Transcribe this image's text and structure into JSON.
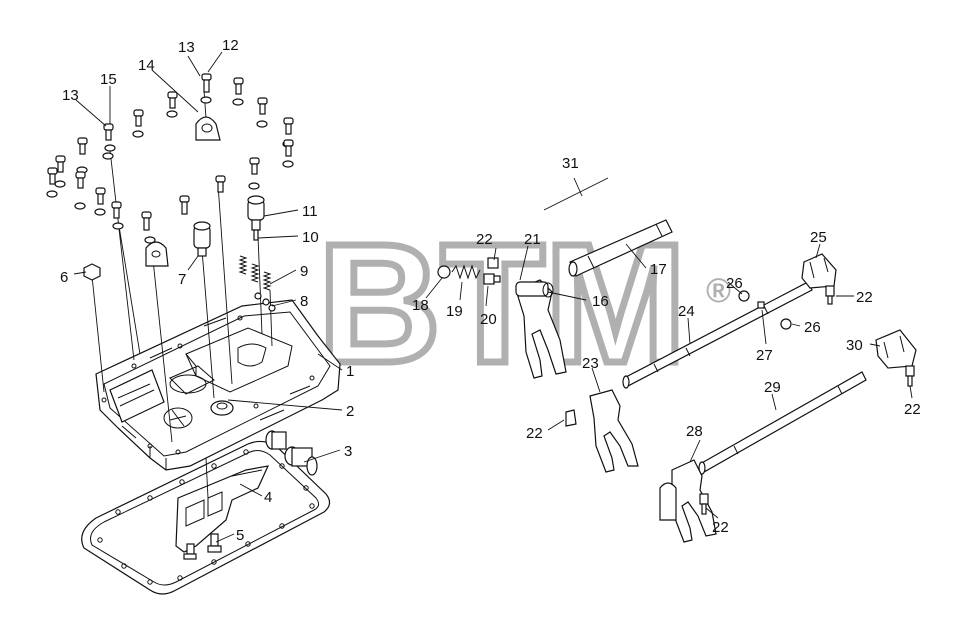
{
  "diagram": {
    "watermark": {
      "text": "BTM",
      "symbol": "®",
      "color": "#b0b0b0"
    },
    "callouts": [
      {
        "id": "c1",
        "label": "1"
      },
      {
        "id": "c2",
        "label": "2"
      },
      {
        "id": "c3",
        "label": "3"
      },
      {
        "id": "c4",
        "label": "4"
      },
      {
        "id": "c5",
        "label": "5"
      },
      {
        "id": "c6",
        "label": "6"
      },
      {
        "id": "c7",
        "label": "7"
      },
      {
        "id": "c8",
        "label": "8"
      },
      {
        "id": "c9",
        "label": "9"
      },
      {
        "id": "c10",
        "label": "10"
      },
      {
        "id": "c11",
        "label": "11"
      },
      {
        "id": "c12",
        "label": "12"
      },
      {
        "id": "c13a",
        "label": "13"
      },
      {
        "id": "c13b",
        "label": "13"
      },
      {
        "id": "c14",
        "label": "14"
      },
      {
        "id": "c15",
        "label": "15"
      },
      {
        "id": "c16",
        "label": "16"
      },
      {
        "id": "c17",
        "label": "17"
      },
      {
        "id": "c18",
        "label": "18"
      },
      {
        "id": "c19",
        "label": "19"
      },
      {
        "id": "c20",
        "label": "20"
      },
      {
        "id": "c21",
        "label": "21"
      },
      {
        "id": "c22a",
        "label": "22"
      },
      {
        "id": "c22b",
        "label": "22"
      },
      {
        "id": "c22c",
        "label": "22"
      },
      {
        "id": "c22d",
        "label": "22"
      },
      {
        "id": "c22e",
        "label": "22"
      },
      {
        "id": "c23",
        "label": "23"
      },
      {
        "id": "c24",
        "label": "24"
      },
      {
        "id": "c25",
        "label": "25"
      },
      {
        "id": "c26a",
        "label": "26"
      },
      {
        "id": "c26b",
        "label": "26"
      },
      {
        "id": "c27",
        "label": "27"
      },
      {
        "id": "c28",
        "label": "28"
      },
      {
        "id": "c29",
        "label": "29"
      },
      {
        "id": "c30",
        "label": "30"
      },
      {
        "id": "c31",
        "label": "31"
      }
    ],
    "colors": {
      "line": "#111111",
      "background": "#ffffff"
    }
  }
}
